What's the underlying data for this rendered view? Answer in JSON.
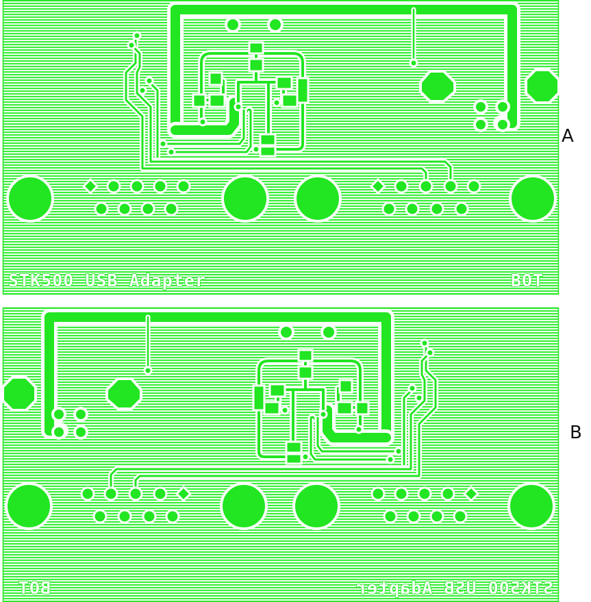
{
  "colors": {
    "copper": "#22e622",
    "hatch": "#3aee3a",
    "background": "#ffffff",
    "label": "#111111"
  },
  "panels": [
    {
      "id": "A",
      "label": "A",
      "board_title": "STK500 USB Adapter",
      "side_text": "BOT",
      "mirrored": false
    },
    {
      "id": "B",
      "label": "B",
      "board_title": "STK500 USB Adapter",
      "side_text": "BOT",
      "mirrored": true
    }
  ]
}
